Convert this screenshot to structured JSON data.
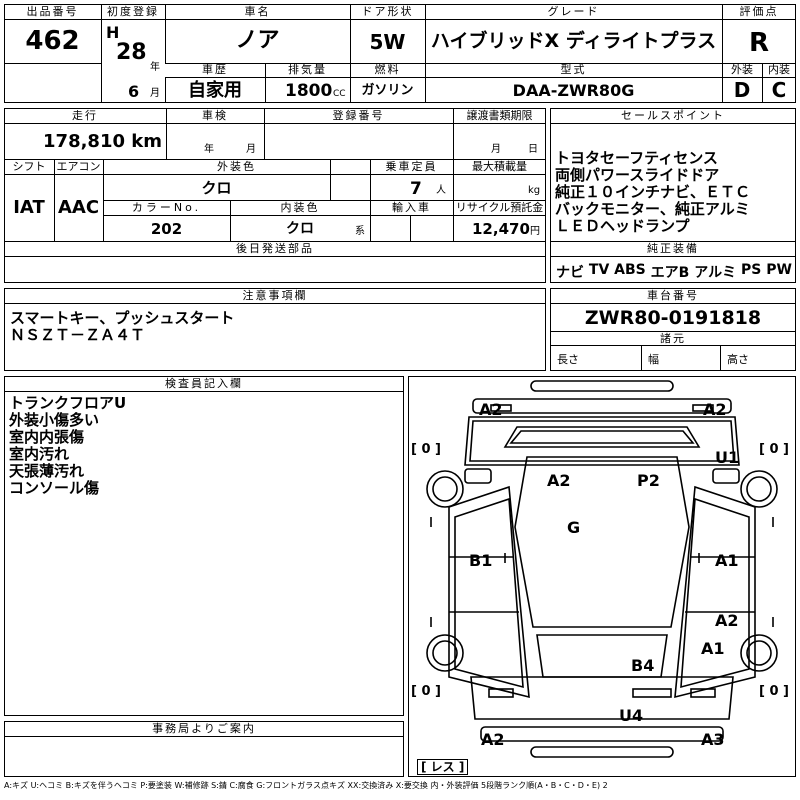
{
  "top": {
    "h_lot": "出品番号",
    "lot": "462",
    "h_first_reg": "初度登録",
    "era": "H",
    "year": "28",
    "year_unit": "年",
    "month": "6",
    "month_unit": "月",
    "h_name": "車名",
    "name": "ノア",
    "h_door": "ドア形状",
    "door": "5W",
    "h_grade": "グレード",
    "grade": "ハイブリッドX ディライトプラス",
    "h_score": "評価点",
    "score": "R",
    "h_history": "車歴",
    "history": "自家用",
    "h_disp": "排気量",
    "disp": "1800",
    "disp_unit": "CC",
    "h_fuel": "燃料",
    "fuel": "ガソリン",
    "h_model": "型式",
    "model": "DAA-ZWR80G",
    "h_ext": "外装",
    "ext": "D",
    "h_int": "内装",
    "int": "C"
  },
  "mid": {
    "h_mileage": "走行",
    "mileage": "178,810 km",
    "h_inspect": "車検",
    "inspect_year": "年",
    "inspect_month": "月",
    "h_regno": "登録番号",
    "h_transfer": "譲渡書類期限",
    "transfer_month": "月",
    "transfer_day": "日",
    "h_sales": "セールスポイント",
    "sales_points": [
      "トヨタセーフティセンス",
      "両側パワースライドドア",
      "純正１０インチナビ、ＥＴＣ",
      "バックモニター、純正アルミ",
      "ＬＥＤヘッドランプ"
    ],
    "h_shift": "シフト",
    "shift": "IAT",
    "h_ac": "エアコン",
    "ac": "AAC",
    "h_ext_color": "外装色",
    "ext_color": "クロ",
    "h_capacity": "乗車定員",
    "capacity": "7",
    "capacity_unit": "人",
    "h_load": "最大積載量",
    "load_unit": "kg",
    "h_color_no": "カラーNo.",
    "color_no": "202",
    "h_int_color": "内装色",
    "int_color": "クロ",
    "int_color_unit": "系",
    "h_import": "輸入車",
    "h_recycle": "リサイクル預託金",
    "recycle": "12,470",
    "recycle_unit": "円",
    "h_later": "後日発送部品",
    "h_equip": "純正装備",
    "equipment": [
      "ナビ",
      "TV",
      "ABS",
      "エアB",
      "アルミ",
      "PS",
      "PW"
    ]
  },
  "notes": {
    "h_caution": "注意事項欄",
    "caution": [
      "スマートキー、プッシュスタート",
      "ＮＳＺＴ－ＺＡ４Ｔ"
    ],
    "h_chassis": "車台番号",
    "chassis": "ZWR80-0191818",
    "h_spec": "諸元",
    "length": "長さ",
    "width": "幅",
    "height": "高さ"
  },
  "inspector": {
    "h_title": "検査員記入欄",
    "lines": [
      "トランクフロアU",
      "外装小傷多い",
      "室内内張傷",
      "室内汚れ",
      "天張薄汚れ",
      "コンソール傷"
    ]
  },
  "office": {
    "h_title": "事務局よりご案内"
  },
  "diagram": {
    "marks": {
      "a2_tl": "A2",
      "a2_tr": "A2",
      "u1": "U1",
      "a2_roof": "A2",
      "p2": "P2",
      "g": "G",
      "b1": "B1",
      "a1_r": "A1",
      "a2_r": "A2",
      "a1_rr": "A1",
      "b4": "B4",
      "u4": "U4",
      "a2_bl": "A2",
      "a3_br": "A3"
    },
    "tires": {
      "fl": "[ 0 ]",
      "fr": "[ 0 ]",
      "rl": "[ 0 ]",
      "rr": "[ 0 ]",
      "spare": "[ レス ]"
    }
  },
  "legend": "A:キズ U:ヘコミ B:キズを伴うヘコミ P:要塗装 W:補修跡 S:錆 C:腐食 G:フロントガラス点キズ XX:交換済み X:要交換 内・外装評価 5段階ランク順(A・B・C・D・E) 2"
}
